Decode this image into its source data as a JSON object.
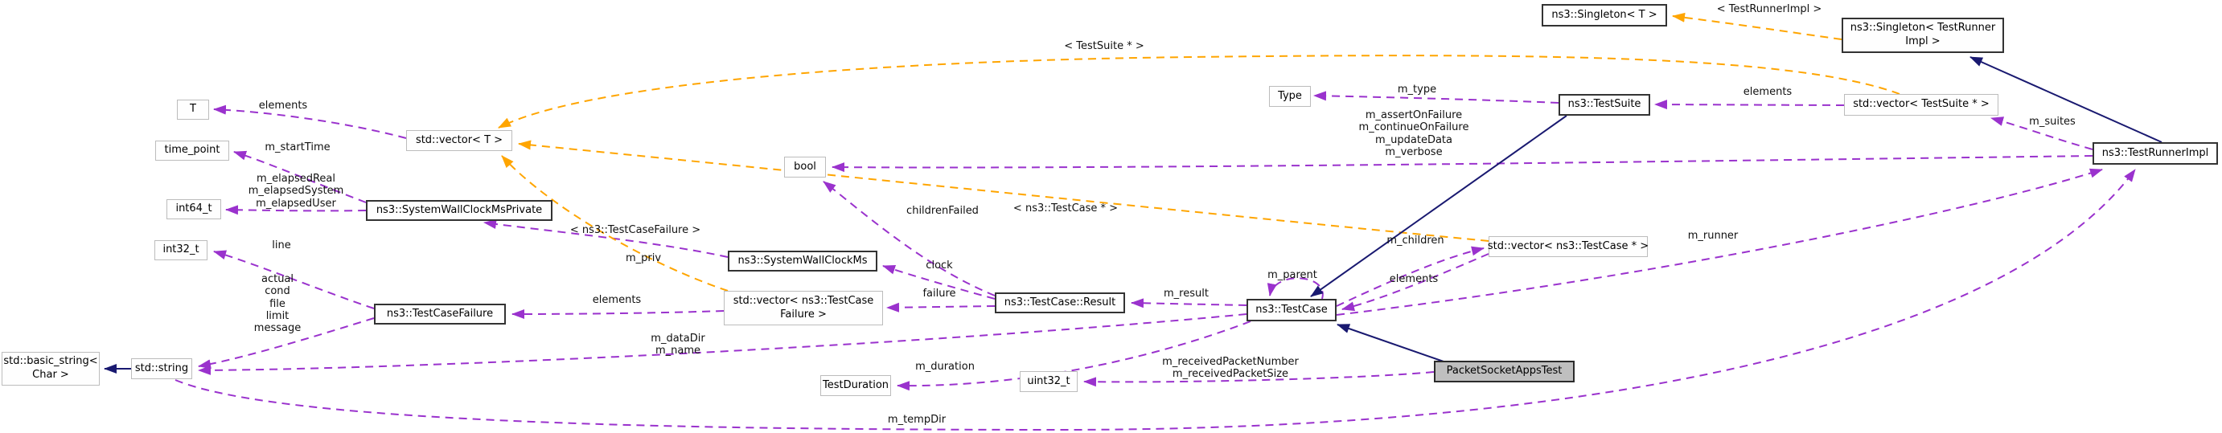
{
  "diagram": {
    "kind": "doxygen-collaboration-diagram",
    "focus": "PacketSocketAppsTest"
  },
  "colors": {
    "containment_edge": "#9a32cd",
    "template_edge": "#ffa500",
    "inheritance_edge": "#191970",
    "focus_node_fill": "#bfbfbf",
    "documented_node_border": "#333333",
    "external_node_border": "#bcbcbc"
  },
  "nodes": {
    "t": {
      "label": "T"
    },
    "time_point": {
      "label": "time_point"
    },
    "int64_t": {
      "label": "int64_t"
    },
    "int32_t": {
      "label": "int32_t"
    },
    "basic_string": {
      "lines": [
        "std::basic_string<",
        "Char >"
      ]
    },
    "string": {
      "label": "std::string"
    },
    "vector_t": {
      "label": "std::vector< T >"
    },
    "bool": {
      "label": "bool"
    },
    "swcm_private": {
      "label": "ns3::SystemWallClockMsPrivate"
    },
    "swcm": {
      "label": "ns3::SystemWallClockMs"
    },
    "vector_tcf": {
      "lines": [
        "std::vector< ns3::TestCase",
        "Failure >"
      ]
    },
    "testcasefailure": {
      "label": "ns3::TestCaseFailure"
    },
    "result": {
      "label": "ns3::TestCase::Result"
    },
    "testcase": {
      "label": "ns3::TestCase"
    },
    "vector_testcase": {
      "label": "std::vector< ns3::TestCase * >"
    },
    "testduration": {
      "label": "TestDuration"
    },
    "uint32_t": {
      "label": "uint32_t"
    },
    "packet_socket_apps_test": {
      "label": "PacketSocketAppsTest"
    },
    "type": {
      "label": "Type"
    },
    "testsuite": {
      "label": "ns3::TestSuite"
    },
    "vector_testsuite": {
      "label": "std::vector< TestSuite * >"
    },
    "testrunnerimpl": {
      "label": "ns3::TestRunnerImpl"
    },
    "singleton_t": {
      "label": "ns3::Singleton< T >"
    },
    "singleton_tri": {
      "lines": [
        "ns3::Singleton< TestRunner",
        "Impl >"
      ]
    }
  },
  "edge_labels": {
    "elements_vector_t": "elements",
    "m_startTime": "m_startTime",
    "m_elapsed": [
      "m_elapsedReal",
      "m_elapsedSystem",
      "m_elapsedUser"
    ],
    "line": "line",
    "failure_fields": [
      "actual",
      "cond",
      "file",
      "limit",
      "message"
    ],
    "m_priv": "m_priv",
    "tpl_testcasefailure": "< ns3::TestCaseFailure >",
    "clock": "clock",
    "failure": "failure",
    "elements_tcf": "elements",
    "childrenFailed": "childrenFailed",
    "tpl_testcase": "< ns3::TestCase * >",
    "m_result": "m_result",
    "m_parent": "m_parent",
    "m_children": "m_children",
    "elements_testcase": "elements",
    "m_runner": "m_runner",
    "m_dataDir_name": [
      "m_dataDir",
      "m_name"
    ],
    "m_duration": "m_duration",
    "m_received": [
      "m_receivedPacketNumber",
      "m_receivedPacketSize"
    ],
    "m_tempDir": "m_tempDir",
    "m_type": "m_type",
    "runner_flags": [
      "m_assertOnFailure",
      "m_continueOnFailure",
      "m_updateData",
      "m_verbose"
    ],
    "elements_testsuite": "elements",
    "m_suites": "m_suites",
    "tpl_testsuite": "< TestSuite * >",
    "tpl_testrunnerimpl": "< TestRunnerImpl >"
  }
}
